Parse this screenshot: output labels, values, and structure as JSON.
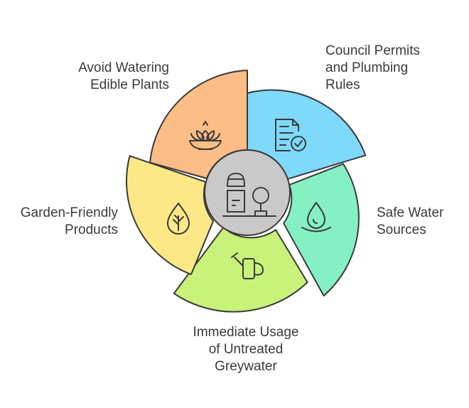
{
  "diagram": {
    "center_icon": "water-dispenser-and-tree-icon",
    "segments": [
      {
        "key": "council",
        "label_lines": [
          "Council Permits",
          "and Plumbing",
          "Rules"
        ],
        "icon": "document-check-icon",
        "color": "#7ed9fb"
      },
      {
        "key": "safe",
        "label_lines": [
          "Safe Water",
          "Sources"
        ],
        "icon": "water-drop-icon",
        "color": "#85f0c4"
      },
      {
        "key": "immediate",
        "label_lines": [
          "Immediate Usage",
          "of Untreated",
          "Greywater"
        ],
        "icon": "watering-can-icon",
        "color": "#c8f27a"
      },
      {
        "key": "garden",
        "label_lines": [
          "Garden-Friendly",
          "Products"
        ],
        "icon": "plant-drop-icon",
        "color": "#fce887"
      },
      {
        "key": "edible",
        "label_lines": [
          "Avoid Watering",
          "Edible Plants"
        ],
        "icon": "lotus-bowl-icon",
        "color": "#fdbd86"
      }
    ],
    "center_color": "#c9c9c9"
  }
}
